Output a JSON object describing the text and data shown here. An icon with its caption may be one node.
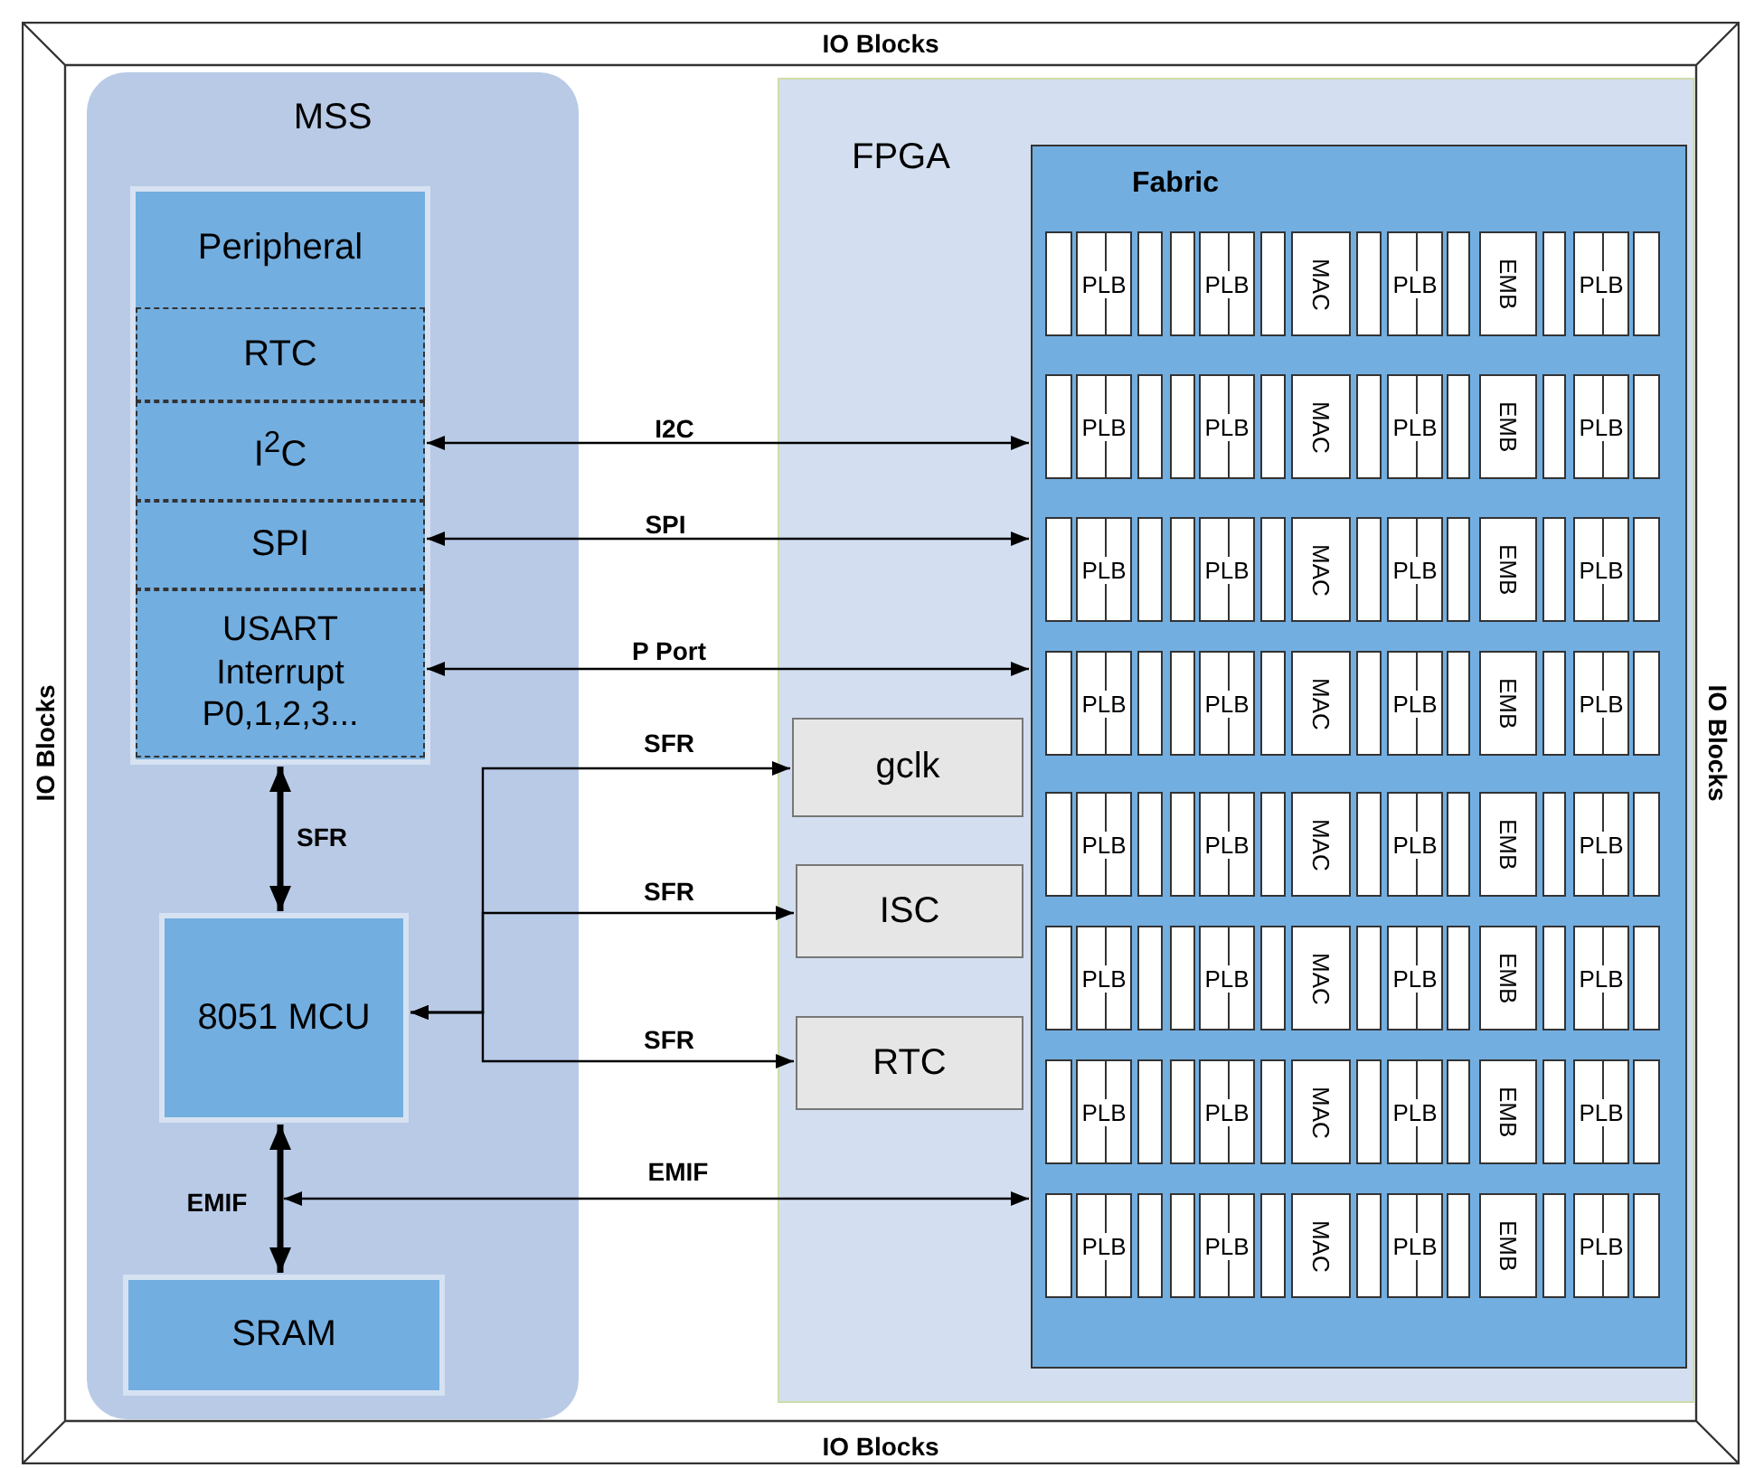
{
  "diagram": {
    "nodes": [
      {
        "text": [
          "IO Blocks",
          "IO Blocks",
          "IO Blocks",
          "IO Blocks"
        ]
      },
      {
        "text": [
          "MSS"
        ],
        "in": 0
      },
      {
        "text": [
          "Peripheral"
        ],
        "in": 1
      },
      {
        "text": [
          "RTC"
        ],
        "in": 2
      },
      {
        "text": [
          "I$^{2}$C"
        ],
        "in": 2
      },
      {
        "text": [
          "SPI"
        ],
        "in": 2
      },
      {
        "text": [
          "USART Interrupt P0,1,2,3..."
        ],
        "in": 2
      },
      {
        "text": [
          "8051 MCU"
        ],
        "in": 1
      },
      {
        "text": [
          "SRAM"
        ],
        "in": 1
      },
      {
        "text": [
          "FPGA"
        ],
        "in": 0
      },
      {
        "text": [
          "gclk"
        ],
        "in": 9
      },
      {
        "text": [
          "ISC"
        ],
        "in": 9
      },
      {
        "text": [
          "RTC"
        ],
        "in": 9
      },
      {
        "text": [
          "Fabric"
        ],
        "in": 9
      },
      {
        "text": [],
        "shape": "bar",
        "in": 13
      },
      {
        "text": [
          "PLB"
        ],
        "in": 13
      },
      {
        "text": [],
        "shape": "bar",
        "in": 13
      },
      {
        "text": [],
        "shape": "bar",
        "in": 13
      },
      {
        "text": [
          "PLB"
        ],
        "in": 13
      },
      {
        "text": [],
        "shape": "bar",
        "in": 13
      },
      {
        "text": [
          "MAC"
        ],
        "in": 13
      },
      {
        "text": [],
        "shape": "bar",
        "in": 13
      },
      {
        "text": [
          "PLB"
        ],
        "in": 13
      },
      {
        "text": [],
        "shape": "bar",
        "in": 13
      },
      {
        "text": [
          "EMB"
        ],
        "in": 13
      },
      {
        "text": [],
        "shape": "bar",
        "in": 13
      },
      {
        "text": [
          "PLB"
        ],
        "in": 13
      },
      {
        "text": [],
        "shape": "bar",
        "in": 13
      },
      {
        "text": [],
        "shape": "bar",
        "in": 13
      },
      {
        "text": [
          "PLB"
        ],
        "in": 13
      },
      {
        "text": [],
        "shape": "bar",
        "in": 13
      },
      {
        "text": [],
        "shape": "bar",
        "in": 13
      },
      {
        "text": [
          "PLB"
        ],
        "in": 13
      },
      {
        "text": [],
        "shape": "bar",
        "in": 13
      },
      {
        "text": [
          "MAC"
        ],
        "in": 13
      },
      {
        "text": [],
        "shape": "bar",
        "in": 13
      },
      {
        "text": [
          "PLB"
        ],
        "in": 13
      },
      {
        "text": [],
        "shape": "bar",
        "in": 13
      },
      {
        "text": [
          "EMB"
        ],
        "in": 13
      },
      {
        "text": [],
        "shape": "bar",
        "in": 13
      },
      {
        "text": [
          "PLB"
        ],
        "in": 13
      },
      {
        "text": [],
        "shape": "bar",
        "in": 13
      },
      {
        "text": [],
        "shape": "bar",
        "in": 13
      },
      {
        "text": [
          "PLB"
        ],
        "in": 13
      },
      {
        "text": [],
        "shape": "bar",
        "in": 13
      },
      {
        "text": [],
        "shape": "bar",
        "in": 13
      },
      {
        "text": [
          "PLB"
        ],
        "in": 13
      },
      {
        "text": [],
        "shape": "bar",
        "in": 13
      },
      {
        "text": [
          "MAC"
        ],
        "in": 13
      },
      {
        "text": [],
        "shape": "bar",
        "in": 13
      },
      {
        "text": [
          "PLB"
        ],
        "in": 13
      },
      {
        "text": [],
        "shape": "bar",
        "in": 13
      },
      {
        "text": [
          "EMB"
        ],
        "in": 13
      },
      {
        "text": [],
        "shape": "bar",
        "in": 13
      },
      {
        "text": [
          "PLB"
        ],
        "in": 13
      },
      {
        "text": [],
        "shape": "bar",
        "in": 13
      },
      {
        "text": [],
        "shape": "bar",
        "in": 13
      },
      {
        "text": [
          "PLB"
        ],
        "in": 13
      },
      {
        "text": [],
        "shape": "bar",
        "in": 13
      },
      {
        "text": [],
        "shape": "bar",
        "in": 13
      },
      {
        "text": [
          "PLB"
        ],
        "in": 13
      },
      {
        "text": [],
        "shape": "bar",
        "in": 13
      },
      {
        "text": [
          "MAC"
        ],
        "in": 13
      },
      {
        "text": [],
        "shape": "bar",
        "in": 13
      },
      {
        "text": [
          "PLB"
        ],
        "in": 13
      },
      {
        "text": [],
        "shape": "bar",
        "in": 13
      },
      {
        "text": [
          "EMB"
        ],
        "in": 13
      },
      {
        "text": [],
        "shape": "bar",
        "in": 13
      },
      {
        "text": [
          "PLB"
        ],
        "in": 13
      },
      {
        "text": [],
        "shape": "bar",
        "in": 13
      },
      {
        "text": [],
        "shape": "bar",
        "in": 13
      },
      {
        "text": [
          "PLB"
        ],
        "in": 13
      },
      {
        "text": [],
        "shape": "bar",
        "in": 13
      },
      {
        "text": [],
        "shape": "bar",
        "in": 13
      },
      {
        "text": [
          "PLB"
        ],
        "in": 13
      },
      {
        "text": [],
        "shape": "bar",
        "in": 13
      },
      {
        "text": [
          "MAC"
        ],
        "in": 13
      },
      {
        "text": [],
        "shape": "bar",
        "in": 13
      },
      {
        "text": [
          "PLB"
        ],
        "in": 13
      },
      {
        "text": [],
        "shape": "bar",
        "in": 13
      },
      {
        "text": [
          "EMB"
        ],
        "in": 13
      },
      {
        "text": [],
        "shape": "bar",
        "in": 13
      },
      {
        "text": [
          "PLB"
        ],
        "in": 13
      },
      {
        "text": [],
        "shape": "bar",
        "in": 13
      },
      {
        "text": [],
        "shape": "bar",
        "in": 13
      },
      {
        "text": [
          "PLB"
        ],
        "in": 13
      },
      {
        "text": [],
        "shape": "bar",
        "in": 13
      },
      {
        "text": [],
        "shape": "bar",
        "in": 13
      },
      {
        "text": [
          "PLB"
        ],
        "in": 13
      },
      {
        "text": [],
        "shape": "bar",
        "in": 13
      },
      {
        "text": [
          "MAC"
        ],
        "in": 13
      },
      {
        "text": [],
        "shape": "bar",
        "in": 13
      },
      {
        "text": [
          "PLB"
        ],
        "in": 13
      },
      {
        "text": [],
        "shape": "bar",
        "in": 13
      },
      {
        "text": [
          "EMB"
        ],
        "in": 13
      },
      {
        "text": [],
        "shape": "bar",
        "in": 13
      },
      {
        "text": [
          "PLB"
        ],
        "in": 13
      },
      {
        "text": [],
        "shape": "bar",
        "in": 13
      },
      {
        "text": [],
        "shape": "bar",
        "in": 13
      },
      {
        "text": [
          "PLB"
        ],
        "in": 13
      },
      {
        "text": [],
        "shape": "bar",
        "in": 13
      },
      {
        "text": [],
        "shape": "bar",
        "in": 13
      },
      {
        "text": [
          "PLB"
        ],
        "in": 13
      },
      {
        "text": [],
        "shape": "bar",
        "in": 13
      },
      {
        "text": [
          "MAC"
        ],
        "in": 13
      },
      {
        "text": [],
        "shape": "bar",
        "in": 13
      },
      {
        "text": [
          "PLB"
        ],
        "in": 13
      },
      {
        "text": [],
        "shape": "bar",
        "in": 13
      },
      {
        "text": [
          "EMB"
        ],
        "in": 13
      },
      {
        "text": [],
        "shape": "bar",
        "in": 13
      },
      {
        "text": [
          "PLB"
        ],
        "in": 13
      },
      {
        "text": [],
        "shape": "bar",
        "in": 13
      },
      {
        "text": [],
        "shape": "bar",
        "in": 13
      },
      {
        "text": [
          "PLB"
        ],
        "in": 13
      },
      {
        "text": [],
        "shape": "bar",
        "in": 13
      },
      {
        "text": [],
        "shape": "bar",
        "in": 13
      },
      {
        "text": [
          "PLB"
        ],
        "in": 13
      },
      {
        "text": [],
        "shape": "bar",
        "in": 13
      },
      {
        "text": [
          "MAC"
        ],
        "in": 13
      },
      {
        "text": [],
        "shape": "bar",
        "in": 13
      },
      {
        "text": [
          "PLB"
        ],
        "in": 13
      },
      {
        "text": [],
        "shape": "bar",
        "in": 13
      },
      {
        "text": [
          "EMB"
        ],
        "in": 13
      },
      {
        "text": [],
        "shape": "bar",
        "in": 13
      },
      {
        "text": [
          "PLB"
        ],
        "in": 13
      },
      {
        "text": [],
        "shape": "bar",
        "in": 13
      }
    ],
    "edges": [
      {
        "from": 4,
        "to": 13,
        "arrow": "both",
        "label": "I2C"
      },
      {
        "from": 5,
        "to": 13,
        "arrow": "both",
        "label": "SPI"
      },
      {
        "from": 6,
        "to": 13,
        "arrow": "both",
        "label": "P Port"
      },
      {
        "from": 2,
        "to": 7,
        "arrow": "both",
        "label": "SFR",
        "style": "thick"
      },
      {
        "from": 7,
        "to": 10,
        "arrow": "both",
        "label": "SFR"
      },
      {
        "from": 7,
        "to": 11,
        "arrow": "both",
        "label": "SFR"
      },
      {
        "from": 7,
        "to": 12,
        "arrow": "both",
        "label": "SFR"
      },
      {
        "from": 7,
        "to": 8,
        "arrow": "both",
        "label": "EMIF",
        "style": "thick"
      },
      {
        "from": null,
        "to": 13,
        "arrow": "both",
        "label": "EMIF"
      }
    ]
  }
}
